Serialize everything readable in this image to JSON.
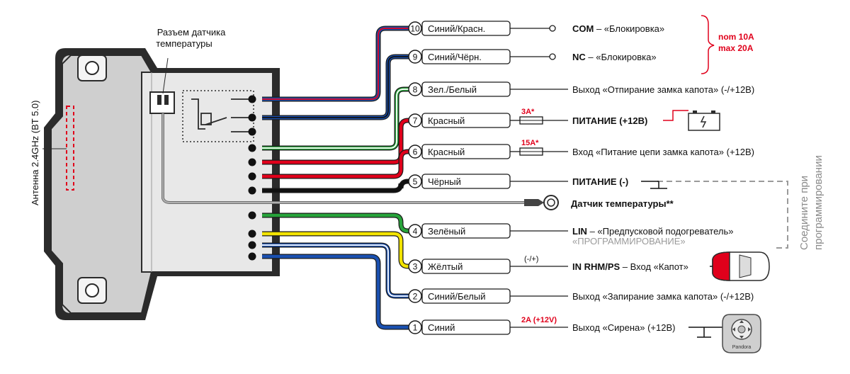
{
  "sensor_connector_label": [
    "Разъем датчика",
    "температуры"
  ],
  "antenna_label": "Антенна 2.4GHz (BT 5.0)",
  "side_note": [
    "Соедините при",
    "программировании"
  ],
  "relay_rating": [
    "nom 10A",
    "max 20A"
  ],
  "wires": [
    {
      "num": "10",
      "color_name": "Синий/Красн.",
      "c1": "#1a50b0",
      "c2": "#e0001b",
      "desc_bold": "COM",
      "desc": " – «Блокировка»"
    },
    {
      "num": "9",
      "color_name": "Синий/Чёрн.",
      "c1": "#1a50b0",
      "c2": "#111111",
      "desc_bold": "NC",
      "desc": " – «Блокировка»"
    },
    {
      "num": "8",
      "color_name": "Зел./Белый",
      "c1": "#27a33a",
      "c2": "#ffffff",
      "desc_bold": "",
      "desc": "Выход «Отпирание замка капота» (-/+12В)"
    },
    {
      "num": "7",
      "color_name": "Красный",
      "c1": "#e0001b",
      "c2": "",
      "fuse": "3A*",
      "desc_bold": "ПИТАНИЕ (+12В)",
      "desc": ""
    },
    {
      "num": "6",
      "color_name": "Красный",
      "c1": "#e0001b",
      "c2": "",
      "fuse": "15A*",
      "desc_bold": "",
      "desc": "Вход «Питание цепи замка капота» (+12В)"
    },
    {
      "num": "5",
      "color_name": "Чёрный",
      "c1": "#111111",
      "c2": "",
      "desc_bold": "ПИТАНИЕ (-)",
      "desc": ""
    },
    {
      "num": "4",
      "color_name": "Зелёный",
      "c1": "#27a33a",
      "c2": "",
      "desc_bold": "LIN",
      "desc": " – «Предпусковой подогреватель»",
      "desc2": "«ПРОГРАММИРОВАНИЕ»"
    },
    {
      "num": "3",
      "color_name": "Жёлтый",
      "c1": "#f2e300",
      "c2": "",
      "note": "(-/+)",
      "desc_bold": "IN RHM/PS",
      "desc": " – Вход «Капот»"
    },
    {
      "num": "2",
      "color_name": "Синий/Белый",
      "c1": "#1a50b0",
      "c2": "#ffffff",
      "desc_bold": "",
      "desc": "Выход «Запирание замка капота» (-/+12В)"
    },
    {
      "num": "1",
      "color_name": "Синий",
      "c1": "#1a50b0",
      "c2": "",
      "note": "2A (+12V)",
      "desc_bold": "",
      "desc": "Выход «Сирена» (+12В)"
    }
  ],
  "temp_sensor_label": "Датчик температуры**",
  "siren_brand": "Pandora",
  "colors": {
    "blue": "#1a50b0",
    "red": "#e0001b",
    "green": "#27a33a",
    "yellow": "#f2e300",
    "black": "#111111",
    "grey_wire": "#8a8a8a"
  }
}
